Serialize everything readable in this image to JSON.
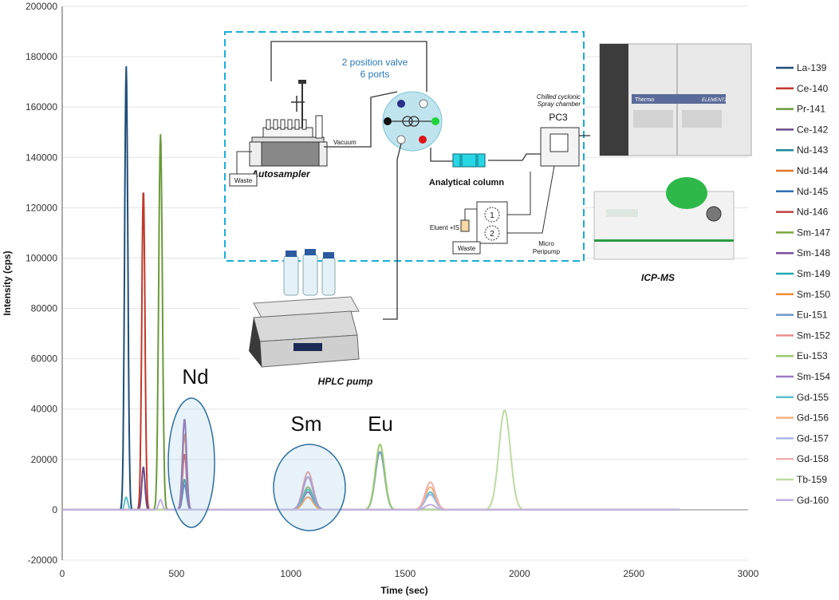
{
  "chart_data": {
    "type": "line",
    "xlabel": "Time (sec)",
    "ylabel": "Intensity (cps)",
    "xlim": [
      0,
      3000
    ],
    "ylim": [
      -20000,
      200000
    ],
    "x_ticks": [
      0,
      500,
      1000,
      1500,
      2000,
      2500,
      3000
    ],
    "y_ticks": [
      -20000,
      0,
      20000,
      40000,
      60000,
      80000,
      100000,
      120000,
      140000,
      160000,
      180000,
      200000
    ],
    "grid": "horizontal",
    "legend_position": "right",
    "series": [
      {
        "name": "La-139",
        "color": "#1f4e79",
        "peaks": [
          {
            "t": 280,
            "h": 176000,
            "w": 7
          }
        ]
      },
      {
        "name": "Ce-140",
        "color": "#c0392b",
        "peaks": [
          {
            "t": 355,
            "h": 127000,
            "w": 7
          }
        ]
      },
      {
        "name": "Pr-141",
        "color": "#6a9a3a",
        "peaks": [
          {
            "t": 430,
            "h": 149000,
            "w": 8
          }
        ]
      },
      {
        "name": "Ce-142",
        "color": "#6a4a8a",
        "peaks": [
          {
            "t": 355,
            "h": 17000,
            "w": 7
          }
        ]
      },
      {
        "name": "Nd-143",
        "color": "#1a8a9a",
        "peaks": [
          {
            "t": 535,
            "h": 12000,
            "w": 9
          }
        ]
      },
      {
        "name": "Nd-144",
        "color": "#e0772a",
        "peaks": [
          {
            "t": 535,
            "h": 30000,
            "w": 9
          }
        ]
      },
      {
        "name": "Nd-145",
        "color": "#2e6fb0",
        "peaks": [
          {
            "t": 535,
            "h": 10000,
            "w": 9
          }
        ]
      },
      {
        "name": "Nd-146",
        "color": "#c04040",
        "peaks": [
          {
            "t": 535,
            "h": 22000,
            "w": 9
          }
        ]
      },
      {
        "name": "Sm-147",
        "color": "#7aa63c",
        "peaks": [
          {
            "t": 1075,
            "h": 9000,
            "w": 22
          }
        ]
      },
      {
        "name": "Sm-148",
        "color": "#7a4fa0",
        "peaks": [
          {
            "t": 535,
            "h": 36000,
            "w": 9
          },
          {
            "t": 1075,
            "h": 7000,
            "w": 22
          }
        ]
      },
      {
        "name": "Sm-149",
        "color": "#20a8b0",
        "peaks": [
          {
            "t": 1075,
            "h": 8000,
            "w": 22
          }
        ]
      },
      {
        "name": "Sm-150",
        "color": "#f08a30",
        "peaks": [
          {
            "t": 1075,
            "h": 5000,
            "w": 22
          }
        ]
      },
      {
        "name": "Eu-151",
        "color": "#6f95d0",
        "peaks": [
          {
            "t": 1390,
            "h": 23000,
            "w": 20
          }
        ]
      },
      {
        "name": "Sm-152",
        "color": "#e88e8e",
        "peaks": [
          {
            "t": 1075,
            "h": 15000,
            "w": 22
          }
        ]
      },
      {
        "name": "Eu-153",
        "color": "#9acb6a",
        "peaks": [
          {
            "t": 1390,
            "h": 26000,
            "w": 20
          }
        ]
      },
      {
        "name": "Sm-154",
        "color": "#9b7ac8",
        "peaks": [
          {
            "t": 1075,
            "h": 13000,
            "w": 22
          }
        ]
      },
      {
        "name": "Gd-155",
        "color": "#5bc0cf",
        "peaks": [
          {
            "t": 280,
            "h": 5000,
            "w": 7
          },
          {
            "t": 1610,
            "h": 7000,
            "w": 22
          }
        ]
      },
      {
        "name": "Gd-156",
        "color": "#f5b07a",
        "peaks": [
          {
            "t": 1610,
            "h": 9000,
            "w": 22
          }
        ]
      },
      {
        "name": "Gd-157",
        "color": "#a9b9e6",
        "peaks": [
          {
            "t": 1610,
            "h": 6000,
            "w": 22
          }
        ]
      },
      {
        "name": "Gd-158",
        "color": "#f0b0b0",
        "peaks": [
          {
            "t": 1610,
            "h": 11000,
            "w": 22
          }
        ]
      },
      {
        "name": "Tb-159",
        "color": "#bcdba0",
        "peaks": [
          {
            "t": 1935,
            "h": 39500,
            "w": 25
          }
        ]
      },
      {
        "name": "Gd-160",
        "color": "#c2b0e0",
        "peaks": [
          {
            "t": 430,
            "h": 4000,
            "w": 8
          },
          {
            "t": 1610,
            "h": 2000,
            "w": 22
          }
        ]
      }
    ],
    "annotations": [
      "Nd",
      "Sm",
      "Eu"
    ]
  },
  "diagram": {
    "valve_label_1": "2 position valve",
    "valve_label_2": "6 ports",
    "autosampler": "Autosampler",
    "vacuum": "Vacuum",
    "waste_1": "Waste",
    "waste_2": "Waste",
    "analytical_column": "Analytical column",
    "chilled_1": "Chilled cyclonic",
    "chilled_2": "Spray chamber",
    "pc3": "PC3",
    "eluent": "Eluent +IS",
    "peripump_1": "Micro",
    "peripump_2": "Peripump",
    "pump_1": "1",
    "pump_2": "2",
    "icpms": "ICP-MS",
    "hplc_pump": "HPLC pump",
    "instrument_brand": "Thermo",
    "instrument_model": "ELEMENT2"
  }
}
